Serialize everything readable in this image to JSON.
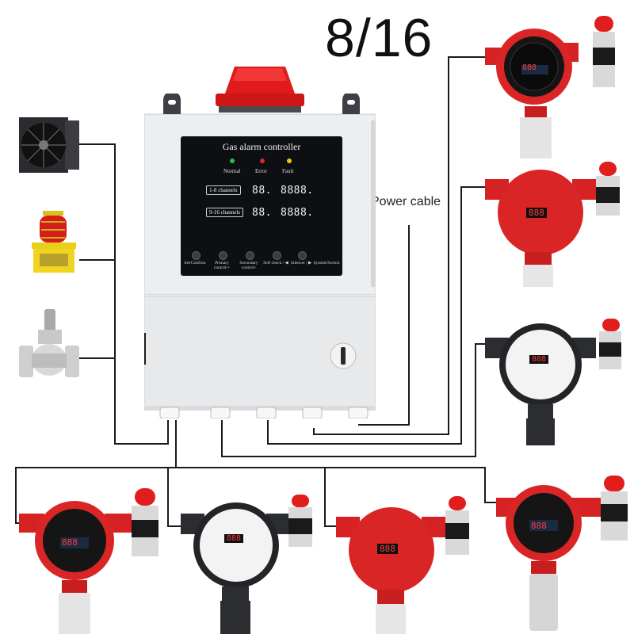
{
  "header": {
    "channel_count": "8/16",
    "power_cable_label": "Power cable"
  },
  "controller": {
    "title": "Gas alarm controller",
    "indicators": [
      {
        "label": "Normal",
        "color": "#25c43a"
      },
      {
        "label": "Error",
        "color": "#e0262b"
      },
      {
        "label": "Fault",
        "color": "#f0c419"
      }
    ],
    "channel_rows": [
      {
        "label": "1-8 channels",
        "address": "88.",
        "value": "8888."
      },
      {
        "label": "9-16 channels",
        "address": "88.",
        "value": "8888."
      }
    ],
    "buttons": [
      {
        "label": "Set/Confirm"
      },
      {
        "label": "Primary control/+"
      },
      {
        "label": "Secondary control/-"
      },
      {
        "label": "Self check / ◀"
      },
      {
        "label": "Silencer / ▶"
      },
      {
        "label": "System/Switch"
      }
    ]
  },
  "peripherals": [
    {
      "kind": "exhaust-fan",
      "icon": "exhaust-fan-icon"
    },
    {
      "kind": "sound-light-alarm",
      "icon": "strobe-siren-icon"
    },
    {
      "kind": "solenoid-valve",
      "icon": "solenoid-valve-icon"
    }
  ],
  "detectors": [
    {
      "style": "red-round",
      "display": "888"
    },
    {
      "style": "red-flat",
      "display": "888"
    },
    {
      "style": "white-flat",
      "display": "888"
    },
    {
      "style": "red-round",
      "display": "888"
    },
    {
      "style": "white-flat",
      "display": "888"
    },
    {
      "style": "red-flat",
      "display": "888"
    },
    {
      "style": "red-round",
      "display": "888"
    }
  ],
  "colors": {
    "accent_red": "#e3262b",
    "cabinet": "#eeeff1",
    "panel": "#0d0f12",
    "wire": "#1a1a1a"
  }
}
